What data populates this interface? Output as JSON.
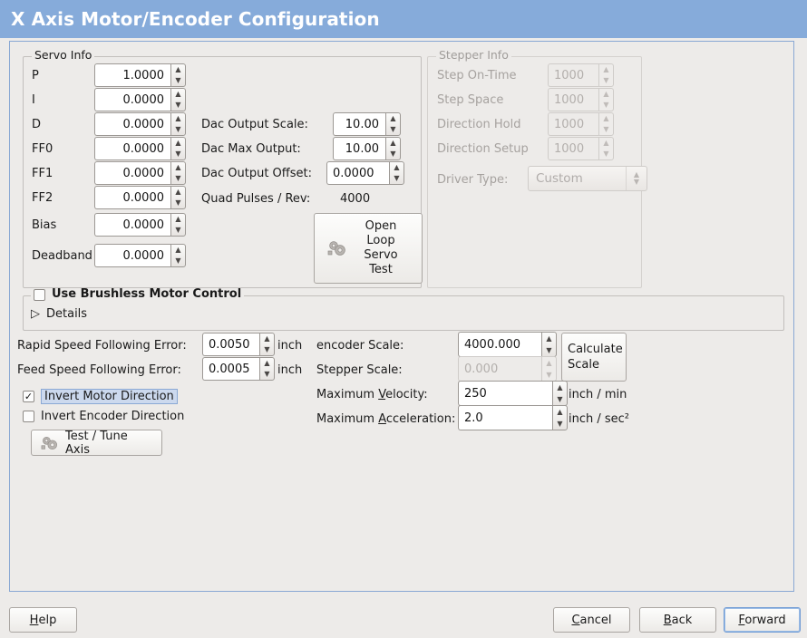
{
  "window": {
    "title": "X Axis Motor/Encoder Configuration",
    "titlebar_color": "#86abda",
    "frame_color": "#8aa8d4",
    "background_color": "#edebe9"
  },
  "servo_info": {
    "legend": "Servo Info",
    "fields": [
      {
        "label": "P",
        "value": "1.0000"
      },
      {
        "label": "I",
        "value": "0.0000"
      },
      {
        "label": "D",
        "value": "0.0000"
      },
      {
        "label": "FF0",
        "value": "0.0000"
      },
      {
        "label": "FF1",
        "value": "0.0000"
      },
      {
        "label": "FF2",
        "value": "0.0000"
      },
      {
        "label": "Bias",
        "value": "0.0000"
      },
      {
        "label": "Deadband",
        "value": "0.0000"
      }
    ],
    "dac": [
      {
        "label": "Dac Output Scale:",
        "value": "10.00"
      },
      {
        "label": "Dac Max Output:",
        "value": "10.00"
      },
      {
        "label": "Dac Output Offset:",
        "value": "0.0000"
      }
    ],
    "quad_pulses_label": "Quad Pulses / Rev:",
    "quad_pulses_value": "4000",
    "open_loop_button": {
      "line1": "Open",
      "line2": "Loop",
      "line3": "Servo",
      "line4": "Test",
      "icon": "gears-icon"
    }
  },
  "stepper_info": {
    "legend": "Stepper Info",
    "enabled": false,
    "fields": [
      {
        "label": "Step On-Time",
        "value": "1000"
      },
      {
        "label": "Step Space",
        "value": "1000"
      },
      {
        "label": "Direction Hold",
        "value": "1000"
      },
      {
        "label": "Direction Setup",
        "value": "1000"
      }
    ],
    "driver_type_label": "Driver Type:",
    "driver_type_value": "Custom"
  },
  "brushless": {
    "checkbox_label": "Use Brushless Motor Control",
    "checked": false,
    "details_label": "Details",
    "details_expanded": false
  },
  "tuning": {
    "rapid_label": "Rapid Speed Following Error:",
    "rapid_value": "0.0050",
    "rapid_unit": "inch",
    "feed_label": "Feed Speed Following Error:",
    "feed_value": "0.0005",
    "feed_unit": "inch",
    "invert_motor_label": "Invert Motor Direction",
    "invert_motor_checked": true,
    "invert_encoder_label": "Invert Encoder Direction",
    "invert_encoder_checked": false,
    "test_tune_label": "Test / Tune Axis",
    "test_tune_icon": "gears-icon"
  },
  "scales": {
    "encoder_scale_label": "encoder Scale:",
    "encoder_scale_value": "4000.000",
    "stepper_scale_label": "Stepper Scale:",
    "stepper_scale_value": "0.000",
    "stepper_scale_enabled": false,
    "calculate_line1": "Calculate",
    "calculate_line2": "Scale",
    "max_velocity_label_pre": "Maximum ",
    "max_velocity_label_mnemonic": "V",
    "max_velocity_label_post": "elocity:",
    "max_velocity_value": "250",
    "max_velocity_unit": "inch / min",
    "max_accel_label_pre": "Maximum ",
    "max_accel_label_mnemonic": "A",
    "max_accel_label_post": "cceleration:",
    "max_accel_value": "2.0",
    "max_accel_unit": "inch / sec²"
  },
  "footer": {
    "help_pre": "",
    "help_mnemonic": "H",
    "help_post": "elp",
    "cancel_pre": "",
    "cancel_mnemonic": "C",
    "cancel_post": "ancel",
    "back_pre": "",
    "back_mnemonic": "B",
    "back_post": "ack",
    "forward_pre": "",
    "forward_mnemonic": "F",
    "forward_post": "orward"
  }
}
